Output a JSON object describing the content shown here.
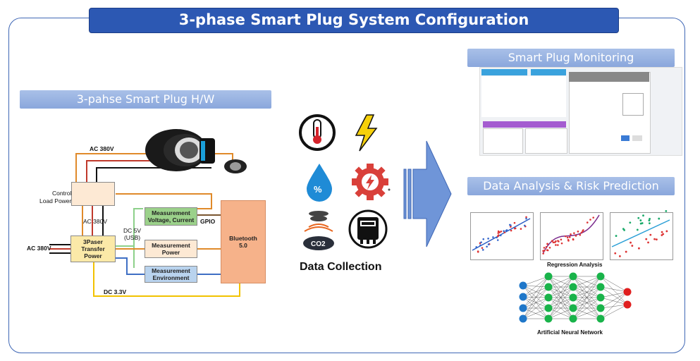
{
  "title": "3-phase Smart Plug System Configuration",
  "hw": {
    "header": "3-pahse Smart Plug H/W",
    "ac380_top": "AC 380V",
    "control_load_power": "Control\nLoad Power",
    "ac380_mid": "AC 380V",
    "ac380_left": "AC 380V",
    "transfer_power": "3Paser\nTransfer\nPower",
    "dc5v": "DC 5V\n(USB)",
    "meas_vc": "Measurement\nVoltage, Current",
    "meas_power": "Measurement\nPower",
    "meas_env": "Measurement\nEnvironment",
    "gpio": "GPIO",
    "bluetooth": "Bluetooth\n5.0",
    "dc33": "DC 3.3V"
  },
  "collection": {
    "label": "Data Collection",
    "humidity_symbol": "%",
    "co2_symbol": "CO2",
    "icons": [
      "thermometer-icon",
      "lightning-icon",
      "water-drop-icon",
      "gear-power-icon",
      "co2-sensor-icon",
      "power-meter-icon"
    ]
  },
  "monitoring": {
    "header": "Smart Plug Monitoring"
  },
  "analysis": {
    "header": "Data Analysis & Risk Prediction",
    "regression_label": "Regression Analysis",
    "ann_label": "Artificial Neural Network",
    "colors": {
      "input": "#1f77c9",
      "hidden": "#19b34a",
      "output": "#e01f1f"
    }
  }
}
